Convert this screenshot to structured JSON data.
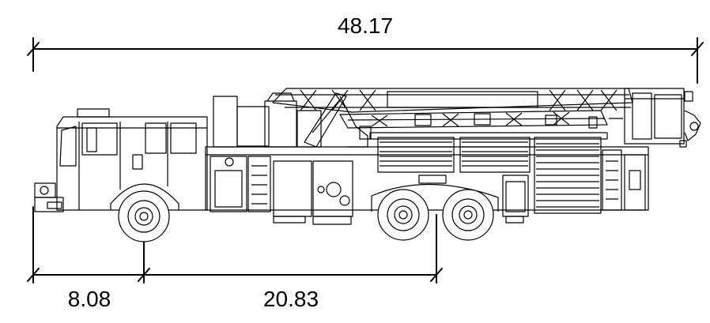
{
  "drawing": {
    "subject": "aerial-ladder-fire-truck-side-elevation",
    "dimensions": {
      "overall_length": "48.17",
      "front_overhang": "8.08",
      "wheelbase": "20.83"
    },
    "line_color": "#000000",
    "background_color": "#ffffff"
  }
}
